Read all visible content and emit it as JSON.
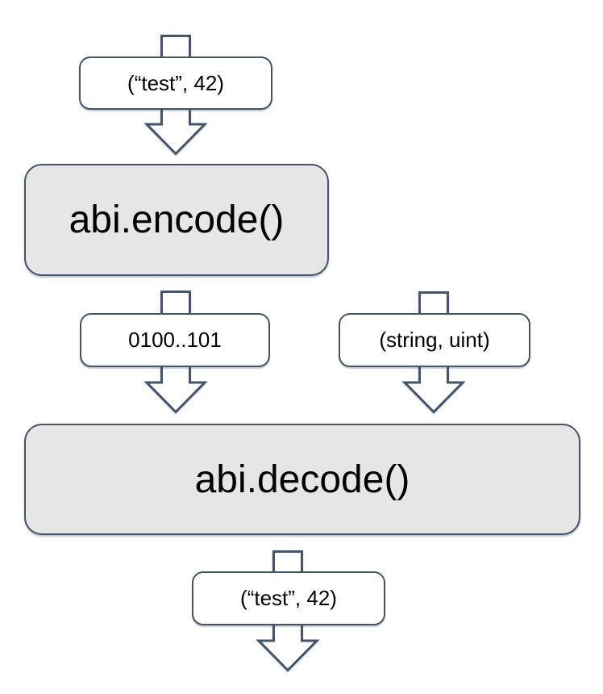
{
  "diagram": {
    "colors": {
      "stroke": "#44546A",
      "process_fill": "#E7E6E6",
      "label_fill": "#FFFFFF",
      "text": "#000000",
      "background": "#FFFFFF"
    },
    "nodes": {
      "input": {
        "label": "(“test”, 42)"
      },
      "encode": {
        "label": "abi.encode()"
      },
      "encoded_bytes": {
        "label": "0100..101"
      },
      "types": {
        "label": "(string, uint)"
      },
      "decode": {
        "label": "abi.decode()"
      },
      "output": {
        "label": "(“test”, 42)"
      }
    }
  }
}
